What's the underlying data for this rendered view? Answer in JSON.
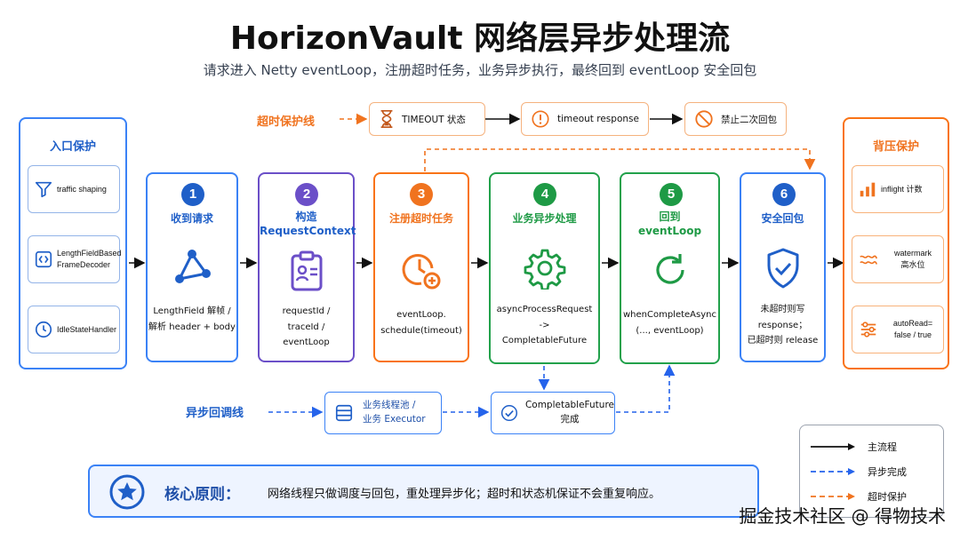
{
  "title": "HorizonVault 网络层异步处理流",
  "subtitle": "请求进入 Netty eventLoop，注册超时任务，业务异步执行，最终回到 eventLoop 安全回包",
  "colors": {
    "blue": "#1f5fc8",
    "orange": "#f0731f",
    "green": "#1e9a45",
    "dark": "#111111"
  },
  "entry_panel": {
    "title": "入口保护",
    "items": [
      {
        "icon": "funnel-icon",
        "label": "traffic shaping"
      },
      {
        "icon": "code-brackets-icon",
        "label_line1": "LengthFieldBased",
        "label_line2": "FrameDecoder"
      },
      {
        "icon": "clock-icon",
        "label": "IdleStateHandler"
      }
    ]
  },
  "backpressure_panel": {
    "title": "背压保护",
    "items": [
      {
        "icon": "bar-chart-icon",
        "label": "inflight 计数"
      },
      {
        "icon": "wave-icon",
        "label_line1": "watermark",
        "label_line2": "高水位"
      },
      {
        "icon": "sliders-icon",
        "label_line1": "autoRead=",
        "label_line2": "false / true"
      }
    ]
  },
  "steps": [
    {
      "num": "1",
      "label_line1": "收到请求",
      "icon": "share-nodes-icon",
      "desc": [
        "LengthField 解帧 /",
        "解析 header + body"
      ]
    },
    {
      "num": "2",
      "label_line1": "构造",
      "label_line2": "RequestContext",
      "icon": "id-card-clipboard-icon",
      "desc": [
        "requestId /",
        "traceId /",
        "eventLoop"
      ]
    },
    {
      "num": "3",
      "label_line1": "注册超时任务",
      "icon": "clock-plus-icon",
      "desc": [
        "eventLoop.",
        "schedule(timeout)"
      ]
    },
    {
      "num": "4",
      "label_line1": "业务异步处理",
      "icon": "gear-icon",
      "desc": [
        "asyncProcessRequest",
        "->",
        "CompletableFuture"
      ]
    },
    {
      "num": "5",
      "label_line1": "回到",
      "label_line2": "eventLoop",
      "icon": "refresh-icon",
      "desc": [
        "whenCompleteAsync",
        "(..., eventLoop)"
      ]
    },
    {
      "num": "6",
      "label_line1": "安全回包",
      "icon": "shield-check-icon",
      "desc": [
        "未超时则写",
        "response；",
        "已超时则 release"
      ]
    }
  ],
  "timeout_lane": {
    "label": "超时保护线",
    "boxes": [
      {
        "icon": "hourglass-icon",
        "label": "TIMEOUT 状态"
      },
      {
        "icon": "alert-circle-icon",
        "label": "timeout response"
      },
      {
        "icon": "ban-icon",
        "label": "禁止二次回包"
      }
    ]
  },
  "async_lane": {
    "label": "异步回调线",
    "boxes": [
      {
        "icon": "server-stack-icon",
        "label_line1": "业务线程池 /",
        "label_line2": "业务 Executor"
      },
      {
        "icon": "check-circle-icon",
        "label_line1": "CompletableFuture",
        "label_line2": "完成"
      }
    ]
  },
  "principle": {
    "icon": "star-icon",
    "heading": "核心原则：",
    "text": "网络线程只做调度与回包，重处理异步化；超时和状态机保证不会重复响应。"
  },
  "legend": {
    "items": [
      {
        "style": "solid",
        "label": "主流程"
      },
      {
        "style": "dashed-blue",
        "label": "异步完成"
      },
      {
        "style": "dashed-orange",
        "label": "超时保护"
      }
    ]
  },
  "watermark": "掘金技术社区 @ 得物技术"
}
